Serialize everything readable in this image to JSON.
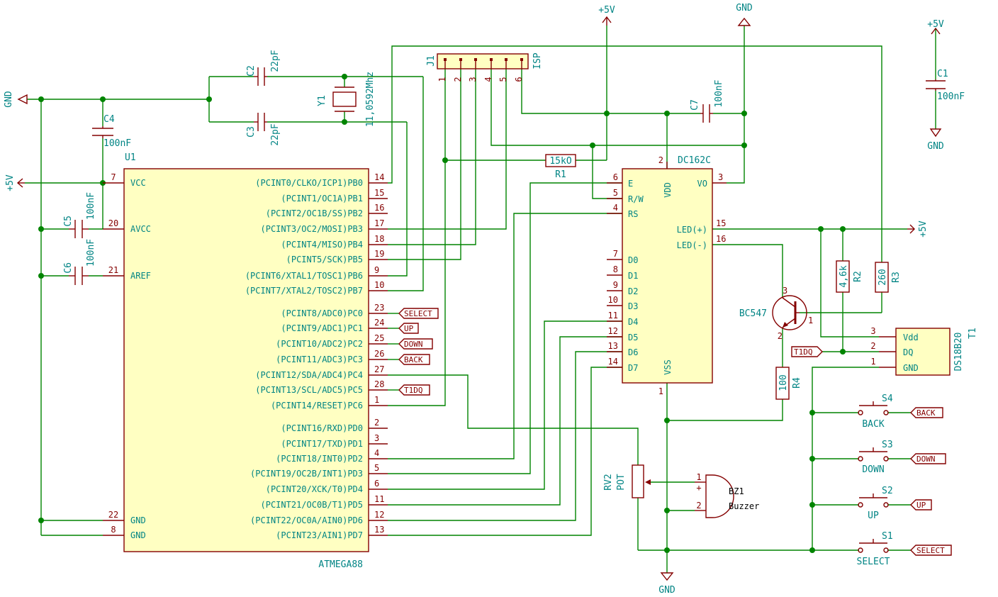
{
  "parts": {
    "U1": {
      "ref": "U1",
      "value": "ATMEGA88",
      "left": [
        {
          "num": "7",
          "name": "VCC"
        },
        {
          "num": "20",
          "name": "AVCC"
        },
        {
          "num": "21",
          "name": "AREF"
        },
        {
          "num": "22",
          "name": "GND"
        },
        {
          "num": "8",
          "name": "GND"
        }
      ],
      "right": [
        {
          "num": "14",
          "name": "(PCINT0/CLKO/ICP1)PB0"
        },
        {
          "num": "15",
          "name": "(PCINT1/OC1A)PB1"
        },
        {
          "num": "16",
          "name": "(PCINT2/OC1B/SS)PB2"
        },
        {
          "num": "17",
          "name": "(PCINT3/OC2/MOSI)PB3"
        },
        {
          "num": "18",
          "name": "(PCINT4/MISO)PB4"
        },
        {
          "num": "19",
          "name": "(PCINT5/SCK)PB5"
        },
        {
          "num": "9",
          "name": "(PCINT6/XTAL1/TOSC1)PB6"
        },
        {
          "num": "10",
          "name": "(PCINT7/XTAL2/TOSC2)PB7"
        },
        {
          "num": "23",
          "name": "(PCINT8/ADC0)PC0"
        },
        {
          "num": "24",
          "name": "(PCINT9/ADC1)PC1"
        },
        {
          "num": "25",
          "name": "(PCINT10/ADC2)PC2"
        },
        {
          "num": "26",
          "name": "(PCINT11/ADC3)PC3"
        },
        {
          "num": "27",
          "name": "(PCINT12/SDA/ADC4)PC4"
        },
        {
          "num": "28",
          "name": "(PCINT13/SCL/ADC5)PC5"
        },
        {
          "num": "1",
          "name": "(PCINT14/RESET)PC6"
        },
        {
          "num": "2",
          "name": "(PCINT16/RXD)PD0"
        },
        {
          "num": "3",
          "name": "(PCINT17/TXD)PD1"
        },
        {
          "num": "4",
          "name": "(PCINT18/INT0)PD2"
        },
        {
          "num": "5",
          "name": "(PCINT19/OC2B/INT1)PD3"
        },
        {
          "num": "6",
          "name": "(PCINT20/XCK/T0)PD4"
        },
        {
          "num": "11",
          "name": "(PCINT21/OC0B/T1)PD5"
        },
        {
          "num": "12",
          "name": "(PCINT22/OC0A/AIN0)PD6"
        },
        {
          "num": "13",
          "name": "(PCINT23/AIN1)PD7"
        }
      ]
    },
    "LCD": {
      "ref": "DC162C",
      "left": [
        {
          "num": "6",
          "name": "E"
        },
        {
          "num": "5",
          "name": "R/W"
        },
        {
          "num": "4",
          "name": "RS"
        },
        {
          "num": "7",
          "name": "D0"
        },
        {
          "num": "8",
          "name": "D1"
        },
        {
          "num": "9",
          "name": "D2"
        },
        {
          "num": "10",
          "name": "D3"
        },
        {
          "num": "11",
          "name": "D4"
        },
        {
          "num": "12",
          "name": "D5"
        },
        {
          "num": "13",
          "name": "D6"
        },
        {
          "num": "14",
          "name": "D7"
        }
      ],
      "vdd": {
        "num": "2",
        "name": "VDD"
      },
      "vo": {
        "num": "3",
        "name": "VO"
      },
      "led_p": {
        "num": "15",
        "name": "LED(+)"
      },
      "led_n": {
        "num": "16",
        "name": "LED(-)"
      },
      "vss": {
        "num": "1",
        "name": "VSS"
      }
    },
    "J1": {
      "ref": "J1",
      "value": "ISP",
      "pins": [
        "1",
        "2",
        "3",
        "4",
        "5",
        "6"
      ]
    },
    "T1": {
      "ref": "T1",
      "value": "DS18B20",
      "pins": [
        {
          "num": "3",
          "name": "Vdd"
        },
        {
          "num": "2",
          "name": "DQ"
        },
        {
          "num": "1",
          "name": "GND"
        }
      ]
    },
    "Q": {
      "value": "BC547",
      "pins": [
        "1",
        "2",
        "3"
      ]
    },
    "BZ1": {
      "ref": "BZ1",
      "value": "Buzzer",
      "pins": [
        "1",
        "2"
      ],
      "plus": "+"
    },
    "RV2": {
      "ref": "RV2",
      "value": "POT"
    },
    "Y1": {
      "ref": "Y1",
      "value": "11,0592Mhz"
    },
    "C1": {
      "ref": "C1",
      "value": "100nF"
    },
    "C2": {
      "ref": "C2",
      "value": "22pF"
    },
    "C3": {
      "ref": "C3",
      "value": "22pF"
    },
    "C4": {
      "ref": "C4",
      "value": "100nF"
    },
    "C5": {
      "ref": "C5",
      "value": "100nF"
    },
    "C6": {
      "ref": "C6",
      "value": "100nF"
    },
    "C7": {
      "ref": "C7",
      "value": "100nF"
    },
    "R1": {
      "ref": "R1",
      "value": "15kO"
    },
    "R2": {
      "ref": "R2",
      "value": "4,6k"
    },
    "R3": {
      "ref": "R3",
      "value": "260"
    },
    "R4": {
      "ref": "R4",
      "value": "100"
    },
    "S1": {
      "ref": "S1",
      "value": "SELECT"
    },
    "S2": {
      "ref": "S2",
      "value": "UP"
    },
    "S3": {
      "ref": "S3",
      "value": "DOWN"
    },
    "S4": {
      "ref": "S4",
      "value": "BACK"
    }
  },
  "power": {
    "plus5v": "+5V",
    "gnd": "GND"
  },
  "labels": {
    "select": "SELECT",
    "up": "UP",
    "down": "DOWN",
    "back": "BACK",
    "t1dq": "T1DQ"
  }
}
